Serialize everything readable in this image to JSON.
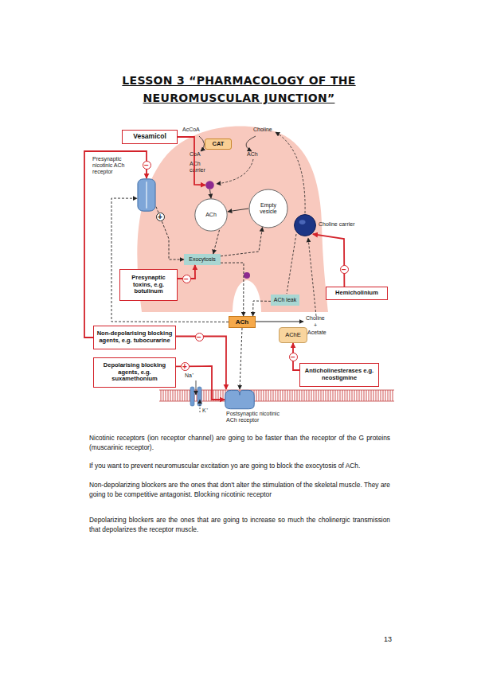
{
  "diagram": {
    "title": "LESSON 3 “PHARMACOLOGY OF THE NEUROMUSCULAR JUNCTION”",
    "nodes": [
      {
        "text": [
          "Vesamicol"
        ]
      },
      {
        "text": [
          "Presynaptic nicotinic ACh receptor"
        ]
      },
      {
        "text": [
          "CAT"
        ]
      },
      {
        "text": [
          "ACh carrier"
        ]
      },
      {
        "text": [
          "ACh"
        ]
      },
      {
        "text": [
          "Empty vesicle"
        ]
      },
      {
        "text": [
          "Exocytosis"
        ]
      },
      {
        "text": [
          "Presynaptic toxins, e.g. botulinum"
        ]
      },
      {
        "text": [
          "Choline carrier"
        ]
      },
      {
        "text": [
          "Hemicholinium"
        ]
      },
      {
        "text": [
          "ACh leak"
        ]
      },
      {
        "text": [
          "ACh"
        ]
      },
      {
        "text": [
          "AChE"
        ]
      },
      {
        "text": [
          "Non-depolarising blocking agents, e.g. tubocurarine"
        ]
      },
      {
        "text": [
          "Depolarising blocking agents, e.g. suxamethonium"
        ]
      },
      {
        "text": [
          "Anticholinesterases e.g. neostigmine"
        ]
      },
      {
        "text": [
          "Postsynaptic nicotinic ACh receptor"
        ]
      }
    ],
    "edges": [
      {
        "from": 0,
        "to": 3,
        "arrow": "to"
      },
      {
        "from": 3,
        "to": 4,
        "arrow": "to"
      },
      {
        "from": 5,
        "to": 4,
        "arrow": "to"
      },
      {
        "from": 4,
        "to": 6,
        "arrow": "to"
      },
      {
        "from": 6,
        "to": 5,
        "arrow": "to"
      },
      {
        "from": 7,
        "to": 6,
        "label": "−",
        "arrow": "to"
      },
      {
        "from": 1,
        "to": 6,
        "label": "+",
        "arrow": "to"
      },
      {
        "from": 6,
        "to": 11,
        "arrow": "to"
      },
      {
        "from": 10,
        "to": 11,
        "arrow": "to"
      },
      {
        "from": 11,
        "to": 1,
        "arrow": "to"
      },
      {
        "from": 11,
        "to": 16,
        "arrow": "to"
      },
      {
        "from": 9,
        "to": 8,
        "label": "−",
        "arrow": "to"
      },
      {
        "from": 13,
        "to": 1,
        "label": "−",
        "arrow": "to"
      },
      {
        "from": 13,
        "to": 16,
        "label": "−",
        "arrow": "to"
      },
      {
        "from": 14,
        "to": 16,
        "label": "+",
        "arrow": "to"
      },
      {
        "from": 15,
        "to": 12,
        "label": "−",
        "arrow": "to"
      }
    ],
    "labels": [
      "AcCoA",
      "Choline",
      "CoA",
      "ACh",
      "Choline",
      "+",
      "Acetate",
      "Na⁺",
      "K⁺",
      "Nicotinic receptors (ion receptor channel) are going to be faster than the receptor of the G proteins (muscarinic receptor).",
      "If you want to prevent neuromuscular excitation yo are going to block the exocytosis of ACh.",
      "Non-depolarizing blockers are the ones that don't alter the stimulation of the skeletal muscle. They are going to be competitive antagonist. Blocking nicotinic receptor",
      "Depolarizing blockers are the ones that are going to increase so much the cholinergic transmission that depolarizes the receptor muscle.",
      "13"
    ]
  }
}
